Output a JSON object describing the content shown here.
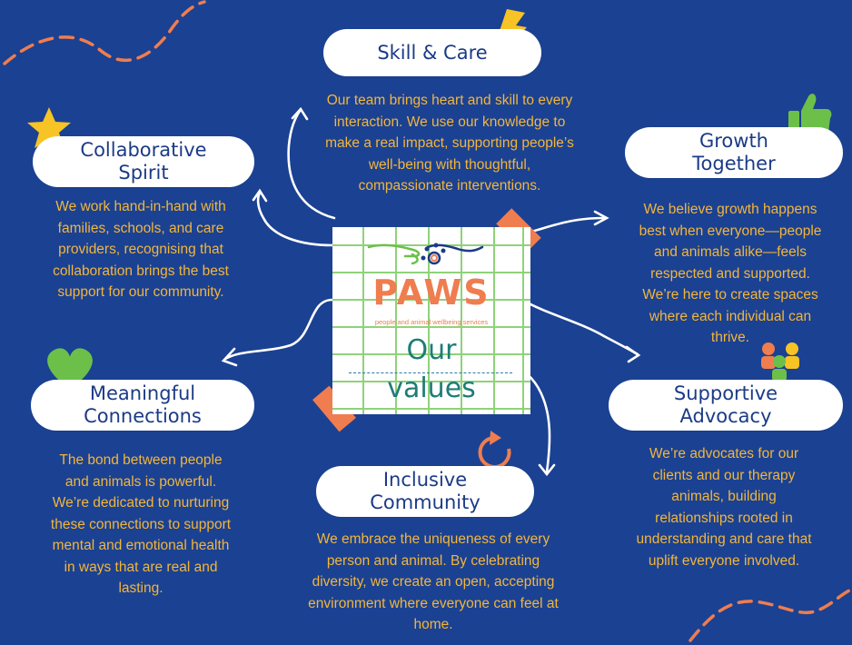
{
  "center": {
    "logo_text": "PAWS",
    "logo_subtext": "people and animal wellbeing services",
    "title_line1": "Our",
    "title_line2": "values"
  },
  "values": {
    "skill_care": {
      "title": "Skill & Care",
      "text": "Our team brings heart and skill to every\ninteraction. We use our knowledge to\nmake a real impact, supporting people’s\nwell-being with thoughtful,\ncompassionate interventions."
    },
    "collaborative": {
      "title_line1": "Collaborative",
      "title_line2": "Spirit",
      "text": "We work hand-in-hand with\nfamilies, schools, and care\nproviders, recognising that\ncollaboration brings the best\nsupport for our community."
    },
    "growth": {
      "title_line1": "Growth",
      "title_line2": "Together",
      "text": "We believe growth happens\nbest when everyone—people\nand animals alike—feels\nrespected and supported.\nWe’re here to create spaces\nwhere each individual can\nthrive."
    },
    "meaningful": {
      "title_line1": "Meaningful",
      "title_line2": "Connections",
      "text": "The bond between people\nand animals is powerful.\nWe’re dedicated to nurturing\nthese connections to support\nmental and emotional health\nin ways that are real and\nlasting."
    },
    "supportive": {
      "title_line1": "Supportive",
      "title_line2": "Advocacy",
      "text": "We’re advocates for our\nclients and our therapy\nanimals, building\nrelationships rooted in\nunderstanding and care that\nuplift everyone involved."
    },
    "inclusive": {
      "title_line1": "Inclusive",
      "title_line2": "Community",
      "text": "We embrace the uniqueness of every\nperson and animal. By celebrating\ndiversity, we create an open, accepting\nenvironment where everyone can feel at\nhome."
    }
  },
  "colors": {
    "background": "#1b4192",
    "accent_text": "#f2b63b",
    "pill_text": "#1b3b86",
    "orange": "#ef7d4f",
    "green": "#6cc04a",
    "yellow": "#f7c325"
  },
  "icons": [
    "lightning-icon",
    "star-icon",
    "thumbs-up-icon",
    "heart-icon",
    "people-group-icon",
    "refresh-icon"
  ]
}
